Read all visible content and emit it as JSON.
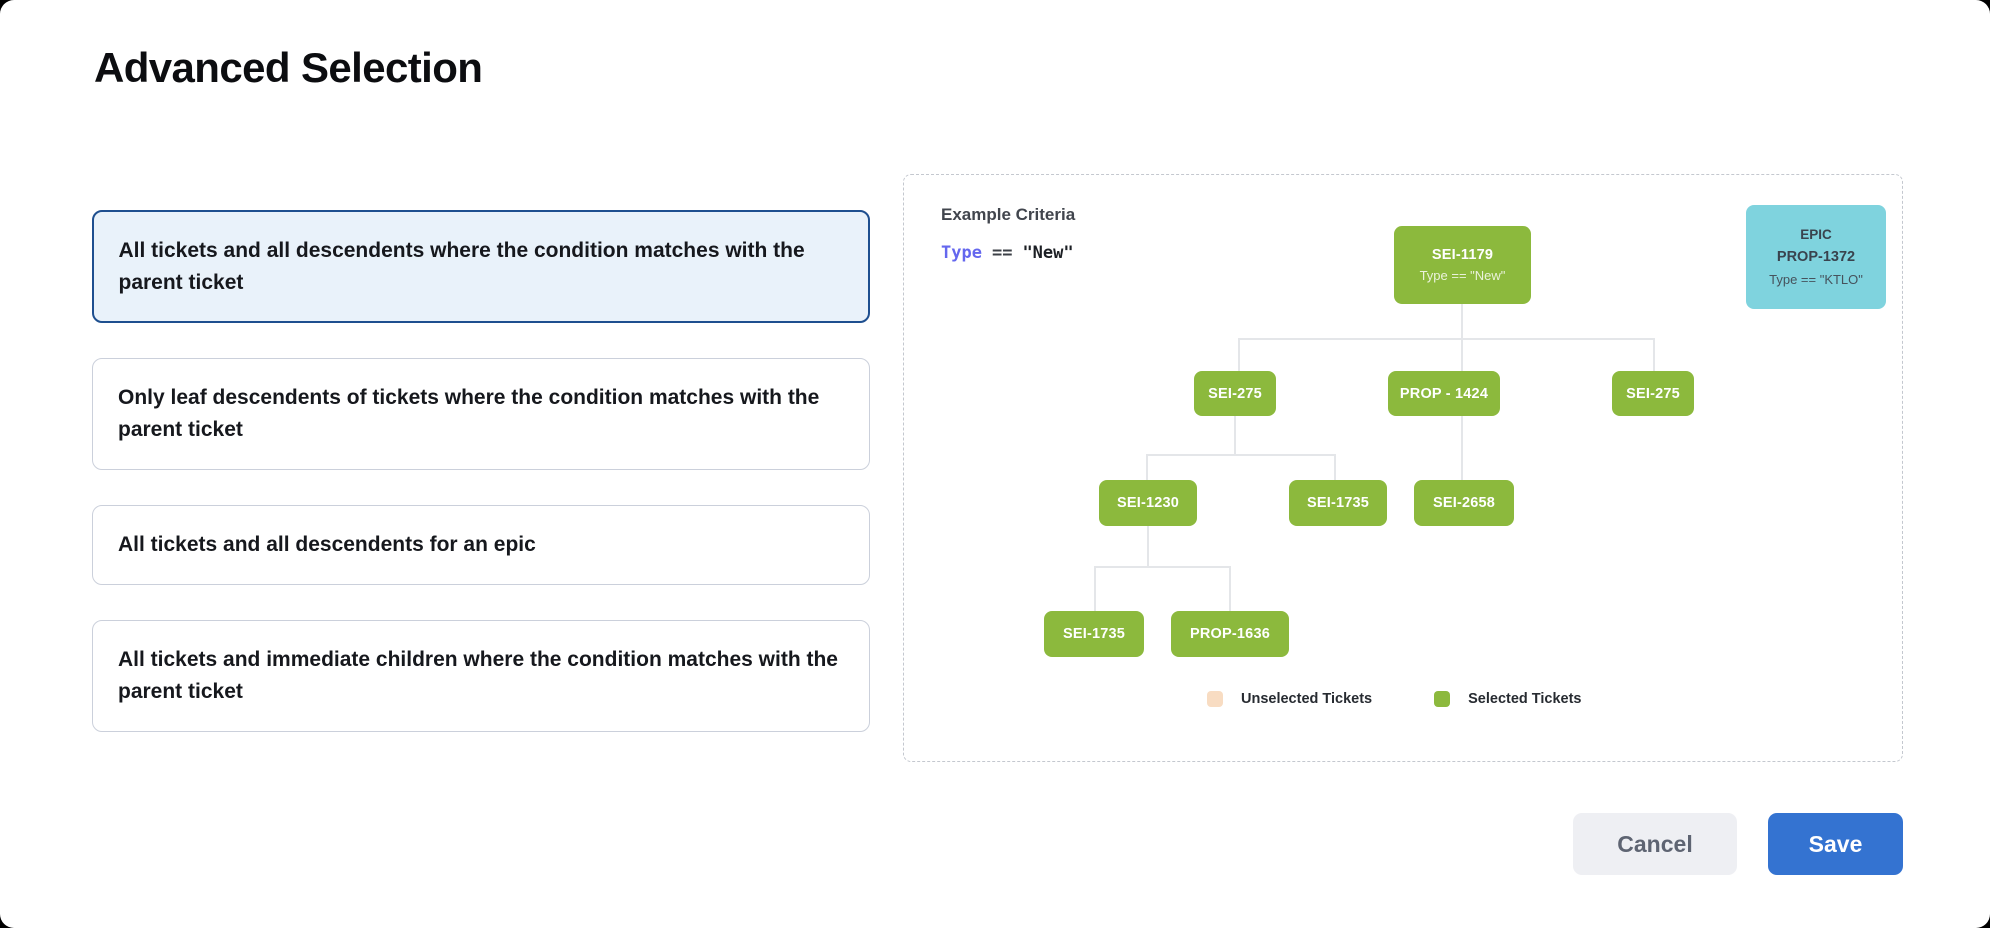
{
  "page": {
    "title": "Advanced Selection"
  },
  "options": [
    {
      "label": "All tickets and all descendents where the condition matches with the parent ticket",
      "selected": true
    },
    {
      "label": "Only leaf descendents of tickets where the condition matches with the parent ticket",
      "selected": false
    },
    {
      "label": "All tickets and all descendents for an epic",
      "selected": false
    },
    {
      "label": "All tickets and immediate children where the condition matches with the parent ticket",
      "selected": false
    }
  ],
  "preview": {
    "criteria_label": "Example Criteria",
    "criteria": {
      "field": "Type",
      "operator": "==",
      "value": "\"New\""
    },
    "epic_card": {
      "kind": "EPIC",
      "id": "PROP-1372",
      "condition": "Type == \"KTLO\""
    },
    "tree": {
      "root": {
        "label": "SEI-1179",
        "condition": "Type == \"New\""
      },
      "nodes": [
        {
          "label": "SEI-275"
        },
        {
          "label": "PROP - 1424"
        },
        {
          "label": "SEI-275"
        },
        {
          "label": "SEI-1230"
        },
        {
          "label": "SEI-1735"
        },
        {
          "label": "SEI-2658"
        },
        {
          "label": "SEI-1735"
        },
        {
          "label": "PROP-1636"
        }
      ]
    },
    "legend": [
      {
        "label": "Unselected Tickets",
        "color": "#F8DCC2"
      },
      {
        "label": "Selected Tickets",
        "color": "#8CB93D"
      }
    ]
  },
  "footer": {
    "cancel_label": "Cancel",
    "save_label": "Save"
  },
  "colors": {
    "selected_card_border": "#1E4F8F",
    "selected_card_bg": "#E9F2FA",
    "node_green": "#8CB93D",
    "epic_cyan": "#7FD3DE",
    "legend_peach": "#F8DCC2",
    "save_blue": "#3473D1",
    "criteria_field_indigo": "#6467EE"
  }
}
